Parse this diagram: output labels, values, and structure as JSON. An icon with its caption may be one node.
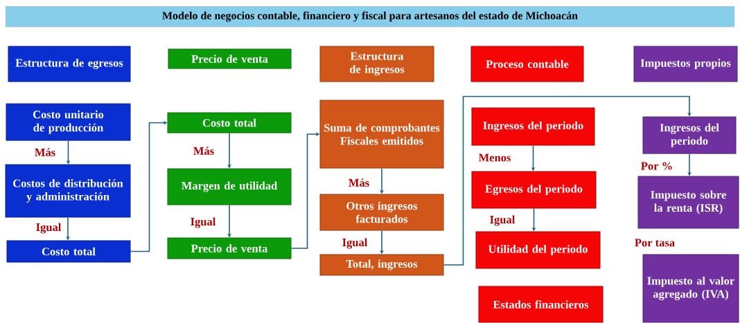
{
  "diagram": {
    "title": "Modelo de negocios contable, financiero y fiscal para artesanos del estado de Michoacán",
    "nodes": [
      {
        "text": [
          "Estructura de egresos"
        ]
      },
      {
        "text": [
          "Precio de venta"
        ]
      },
      {
        "text": [
          "Estructura de ingresos"
        ]
      },
      {
        "text": [
          "Proceso contable"
        ]
      },
      {
        "text": [
          "Impuestos propios"
        ]
      },
      {
        "text": [
          "Costo unitario de producción"
        ]
      },
      {
        "text": [
          "Costos de distribución y administración"
        ]
      },
      {
        "text": [
          "Costo total"
        ]
      },
      {
        "text": [
          "Costo total"
        ]
      },
      {
        "text": [
          "Margen de utilidad"
        ]
      },
      {
        "text": [
          "Precio de venta"
        ]
      },
      {
        "text": [
          "Suma de comprobantes Fiscales emitidos"
        ]
      },
      {
        "text": [
          "Otros ingresos facturados"
        ]
      },
      {
        "text": [
          "Total, ingresos"
        ]
      },
      {
        "text": [
          "Ingresos del periodo"
        ]
      },
      {
        "text": [
          "Egresos del periodo"
        ]
      },
      {
        "text": [
          "Utilidad del periodo"
        ]
      },
      {
        "text": [
          "Estados financieros"
        ]
      },
      {
        "text": [
          "Ingresos del periodo"
        ]
      },
      {
        "text": [
          "Impuesto sobre la renta (ISR)"
        ]
      },
      {
        "text": [
          "Impuesto al valor agregado (IVA)"
        ]
      }
    ],
    "edges": [
      {
        "from": 5,
        "to": 6,
        "arrow": "to",
        "label": "Más"
      },
      {
        "from": 6,
        "to": 7,
        "arrow": "to",
        "label": "Igual"
      },
      {
        "from": 7,
        "to": 8,
        "arrow": "to"
      },
      {
        "from": 8,
        "to": 9,
        "arrow": "to",
        "label": "Más"
      },
      {
        "from": 9,
        "to": 10,
        "arrow": "to",
        "label": "Igual"
      },
      {
        "from": 10,
        "to": 11,
        "arrow": "to"
      },
      {
        "from": 11,
        "to": 12,
        "arrow": "to",
        "label": "Más"
      },
      {
        "from": 12,
        "to": 13,
        "arrow": "to",
        "label": "Igual"
      },
      {
        "from": 13,
        "to": 18,
        "arrow": "to"
      },
      {
        "from": 14,
        "to": 15,
        "arrow": "to",
        "label": "Menos"
      },
      {
        "from": 15,
        "to": 16,
        "arrow": "to",
        "label": "Igual"
      },
      {
        "from": 18,
        "to": 19,
        "arrow": "to",
        "label": "Por %"
      }
    ],
    "labels": [
      "Por tasa"
    ]
  }
}
